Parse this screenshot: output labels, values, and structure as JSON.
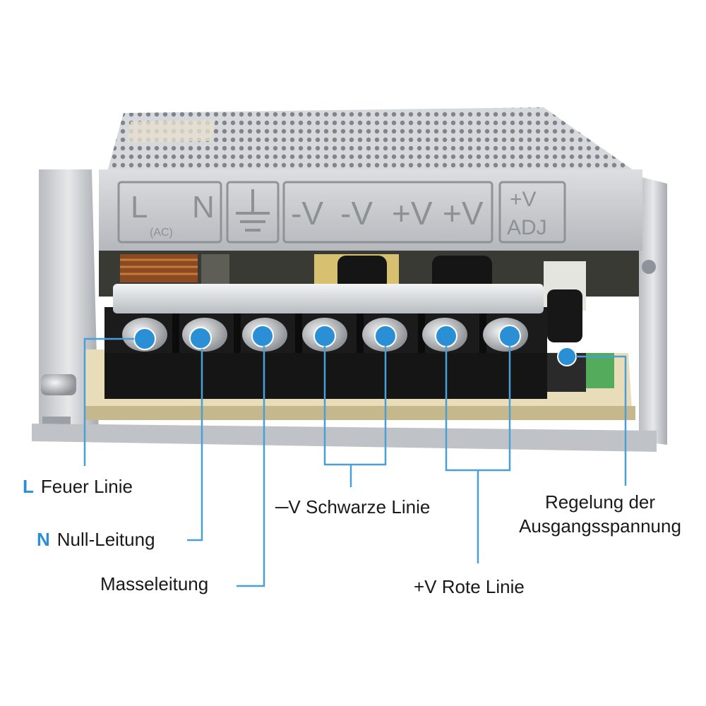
{
  "panel": {
    "ac_l": "L",
    "ac_n": "N",
    "ac_sub": "(AC)",
    "v1": "-V",
    "v2": "-V",
    "v3": "+V",
    "v4": "+V",
    "adj_top": "+V",
    "adj_bottom": "ADJ"
  },
  "labels": {
    "l_letter": "L",
    "l_text": "Feuer Linie",
    "n_letter": "N",
    "n_text": "Null-Leitung",
    "ground": "Masseleitung",
    "neg": "─V Schwarze Linie",
    "pos": "+V Rote Linie",
    "adj_line1": "Regelung der",
    "adj_line2": "Ausgangsspannung"
  },
  "colors": {
    "accent": "#2b8fd6",
    "leader": "#4a9fd8",
    "metal": "#c9ccd0",
    "terminal_block": "#1b1b1b"
  }
}
